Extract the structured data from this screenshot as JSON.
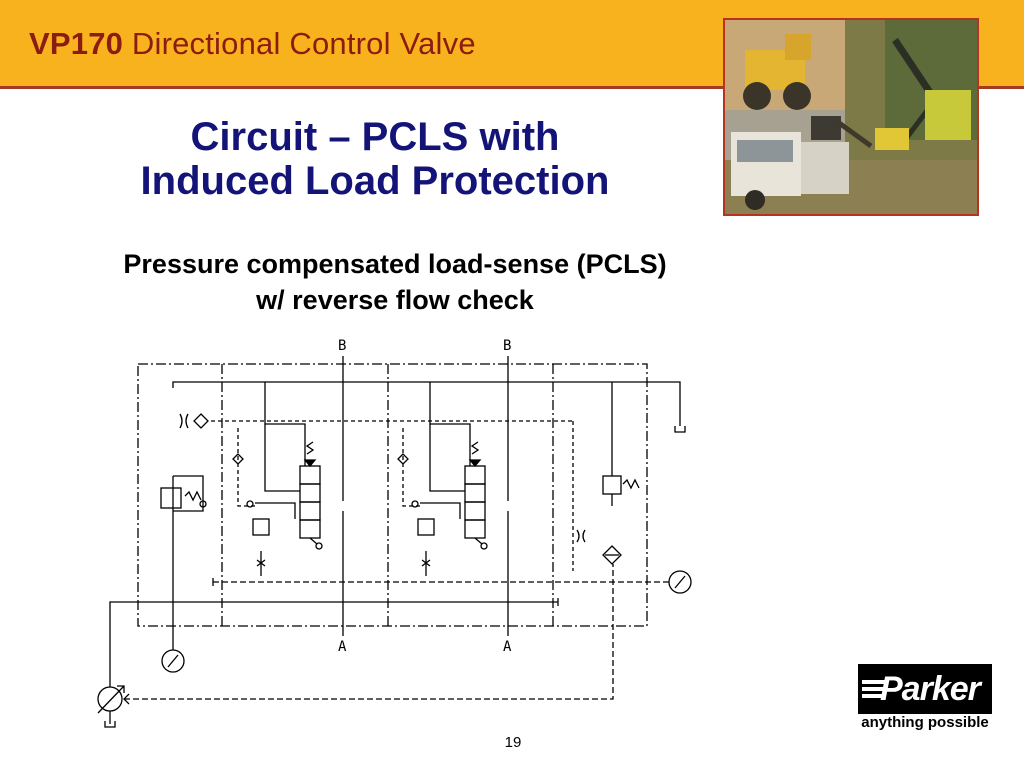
{
  "header": {
    "model": "VP170",
    "title": "Directional Control Valve"
  },
  "slide": {
    "title_line1": "Circuit – PCLS with",
    "title_line2": "Induced Load Protection",
    "subtitle_line1": "Pressure compensated load-sense (PCLS)",
    "subtitle_line2": "w/ reverse flow check"
  },
  "diagram": {
    "port_b1": "B",
    "port_b2": "B",
    "port_a1": "A",
    "port_a2": "A"
  },
  "brand": {
    "name": "Parker",
    "tagline": "anything possible"
  },
  "page_number": "19",
  "colors": {
    "header_bg": "#f7b21e",
    "header_text": "#8b1c12",
    "title": "#141478",
    "accent_line": "#a33a22"
  },
  "images": {
    "header_photo": "collage-construction-forestry-equipment"
  }
}
